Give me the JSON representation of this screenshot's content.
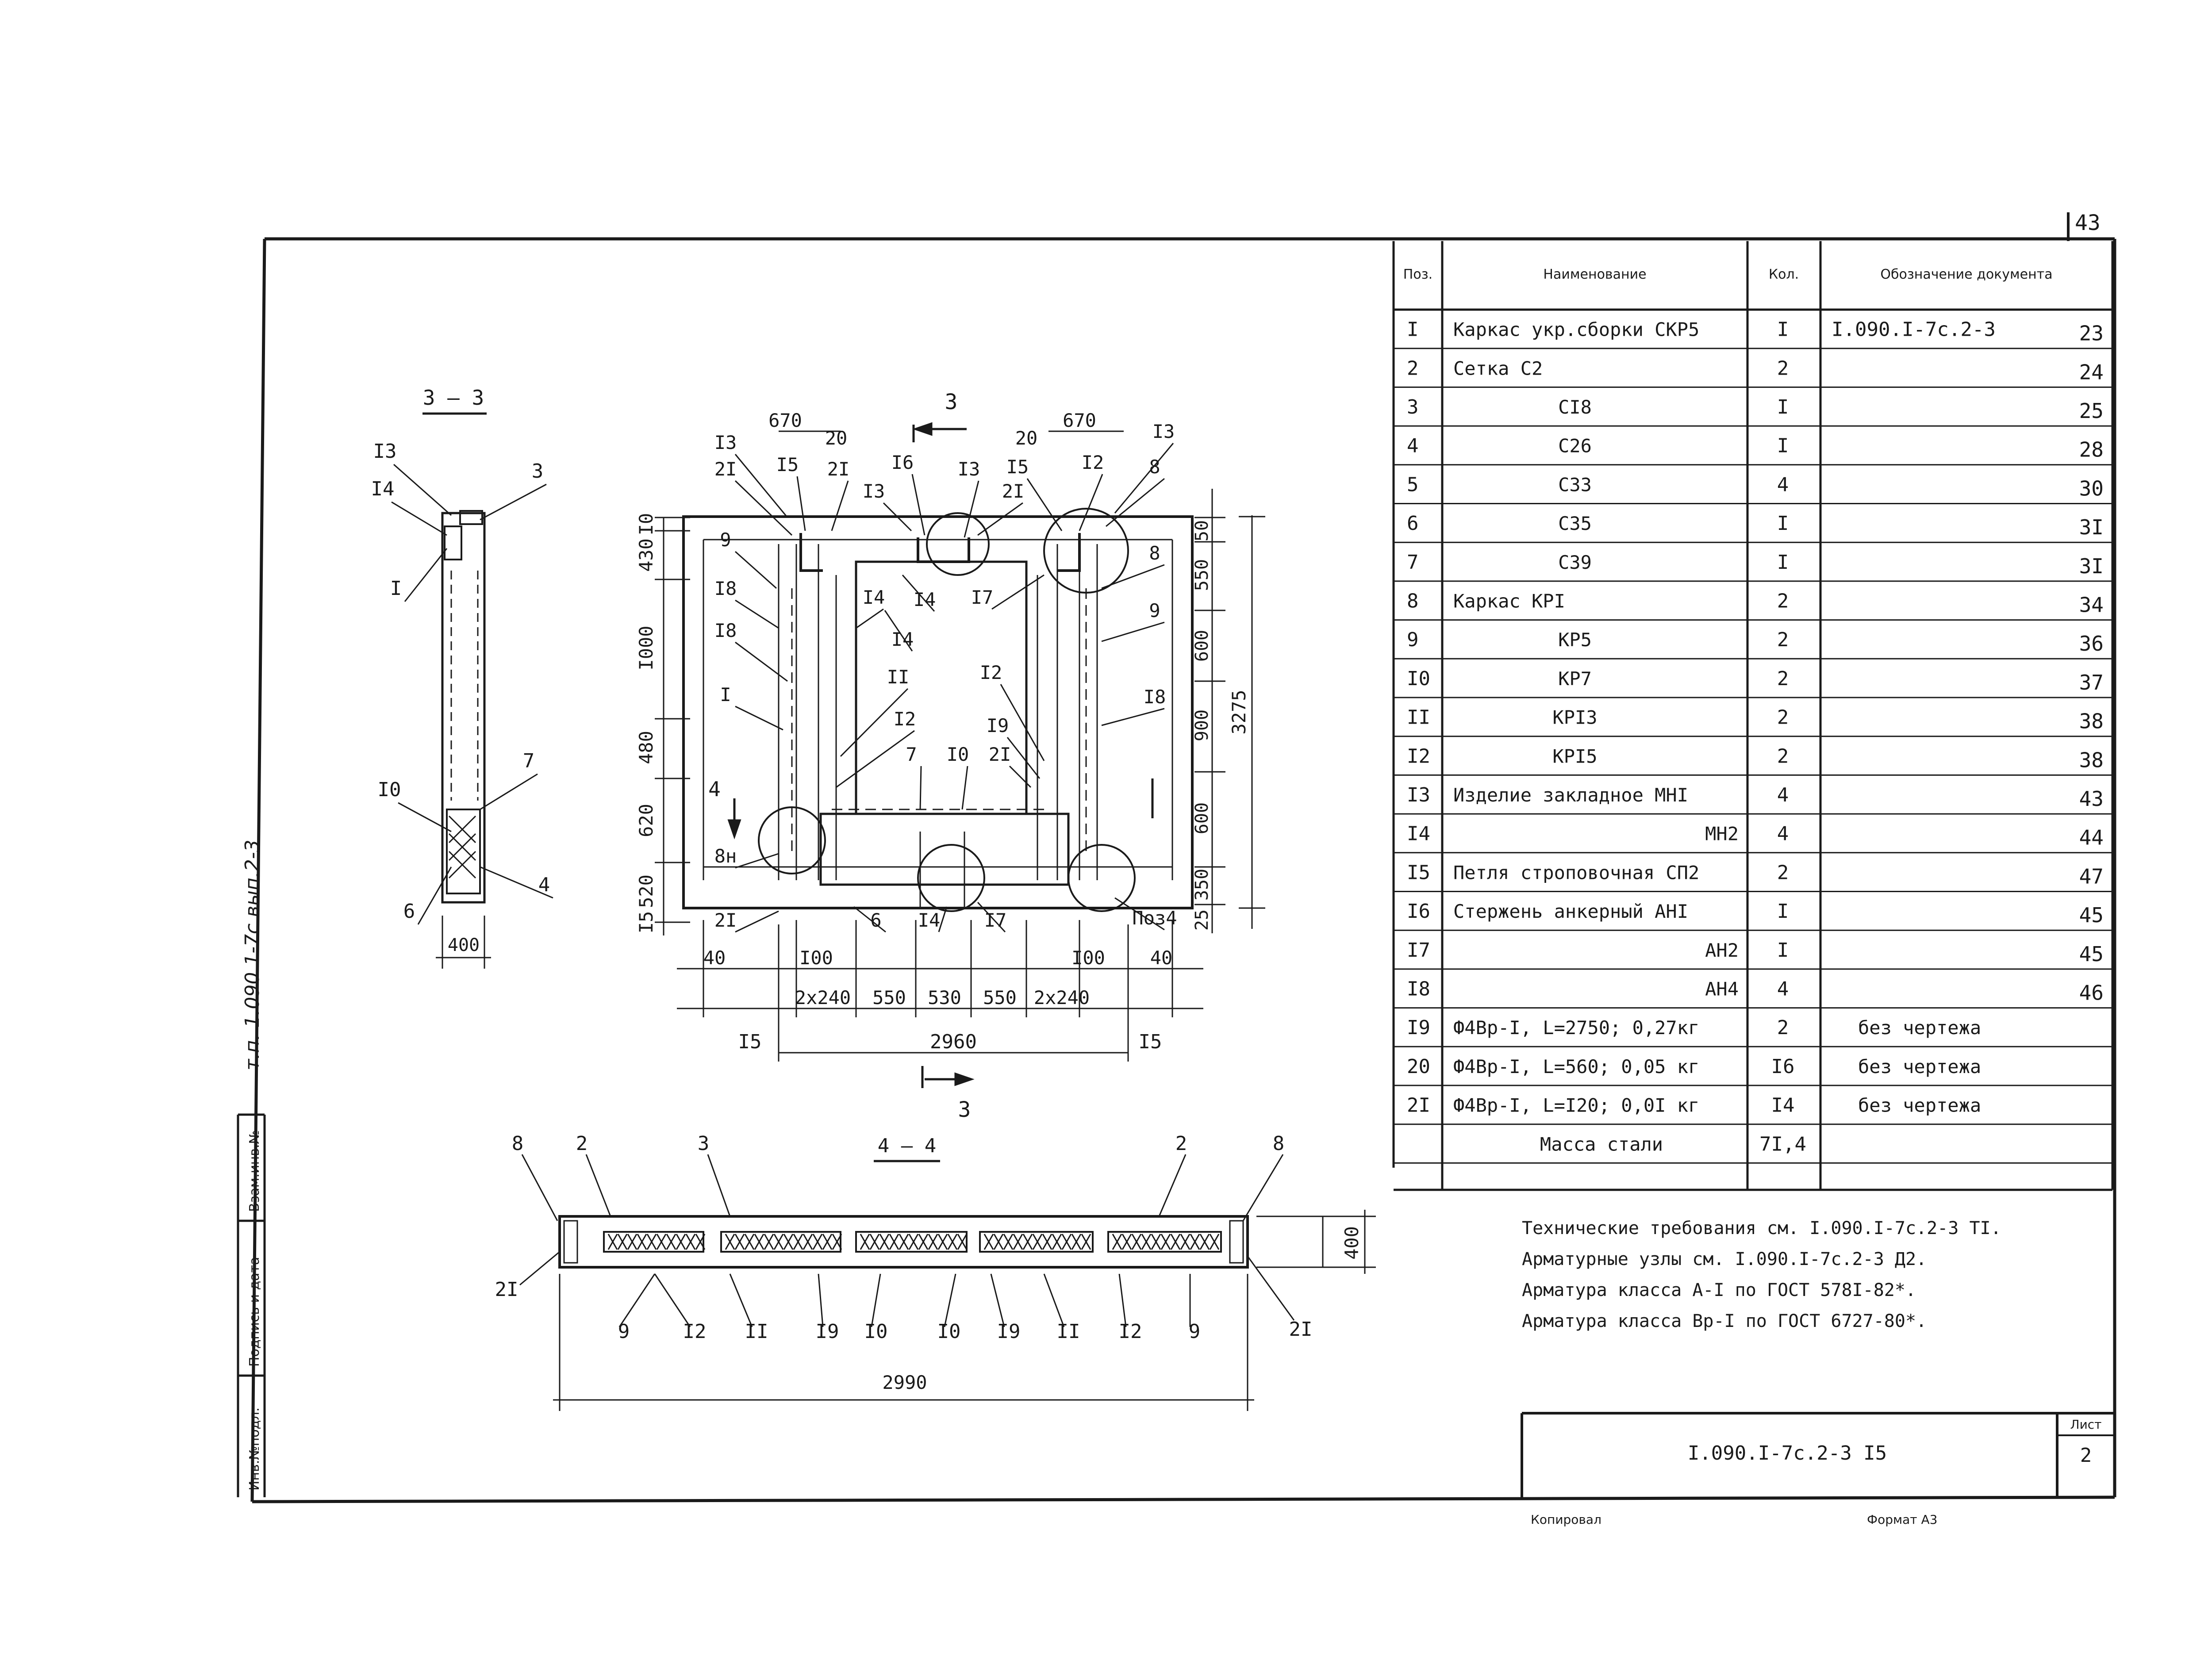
{
  "page_number": "43",
  "sheet": {
    "designation": "I.090.I-7c.2-3 I5",
    "list_label": "Лист",
    "list_number": "2",
    "copied_label": "Копировал",
    "format_label": "Формат A3"
  },
  "side_stamp": {
    "handwritten": "т.п. 1.090.1-7с вып.2-3",
    "cells": [
      "Взам.инв.№",
      "Подпись и дата",
      "Инв.№подл."
    ]
  },
  "spec_table": {
    "headers": {
      "pos": "Поз.",
      "name": "Наименование",
      "qty": "Кол.",
      "doc": "Обозначение документа"
    },
    "rows": [
      {
        "pos": "I",
        "name": "Каркас укр.сборки СКР5",
        "qty": "I",
        "doc_prefix": "I.090.I-7c.2-3",
        "doc_page": "23"
      },
      {
        "pos": "2",
        "name": "Сетка С2",
        "qty": "2",
        "doc_prefix": "",
        "doc_page": "24"
      },
      {
        "pos": "3",
        "name": "СI8",
        "qty": "I",
        "doc_prefix": "",
        "doc_page": "25"
      },
      {
        "pos": "4",
        "name": "С26",
        "qty": "I",
        "doc_prefix": "",
        "doc_page": "28"
      },
      {
        "pos": "5",
        "name": "С33",
        "qty": "4",
        "doc_prefix": "",
        "doc_page": "30"
      },
      {
        "pos": "6",
        "name": "С35",
        "qty": "I",
        "doc_prefix": "",
        "doc_page": "3I"
      },
      {
        "pos": "7",
        "name": "С39",
        "qty": "I",
        "doc_prefix": "",
        "doc_page": "3I"
      },
      {
        "pos": "8",
        "name": "Каркас КРI",
        "qty": "2",
        "doc_prefix": "",
        "doc_page": "34"
      },
      {
        "pos": "9",
        "name": "КР5",
        "qty": "2",
        "doc_prefix": "",
        "doc_page": "36"
      },
      {
        "pos": "I0",
        "name": "КР7",
        "qty": "2",
        "doc_prefix": "",
        "doc_page": "37"
      },
      {
        "pos": "II",
        "name": "КРI3",
        "qty": "2",
        "doc_prefix": "",
        "doc_page": "38"
      },
      {
        "pos": "I2",
        "name": "КРI5",
        "qty": "2",
        "doc_prefix": "",
        "doc_page": "38"
      },
      {
        "pos": "I3",
        "name": "Изделие закладное МНI",
        "qty": "4",
        "doc_prefix": "",
        "doc_page": "43"
      },
      {
        "pos": "I4",
        "name": "МН2",
        "qty": "4",
        "doc_prefix": "",
        "doc_page": "44"
      },
      {
        "pos": "I5",
        "name": "Петля строповочная СП2",
        "qty": "2",
        "doc_prefix": "",
        "doc_page": "47"
      },
      {
        "pos": "I6",
        "name": "Стержень анкерный АНI",
        "qty": "I",
        "doc_prefix": "",
        "doc_page": "45"
      },
      {
        "pos": "I7",
        "name": "АН2",
        "qty": "I",
        "doc_prefix": "",
        "doc_page": "45"
      },
      {
        "pos": "I8",
        "name": "АН4",
        "qty": "4",
        "doc_prefix": "",
        "doc_page": "46"
      },
      {
        "pos": "I9",
        "name": "Ф4Вр-I, L=2750; 0,27кг",
        "qty": "2",
        "doc_prefix": "",
        "doc_page": "без чертежа"
      },
      {
        "pos": "20",
        "name": "Ф4Вр-I, L=560; 0,05 кг",
        "qty": "I6",
        "doc_prefix": "",
        "doc_page": "без чертежа"
      },
      {
        "pos": "2I",
        "name": "Ф4Вр-I, L=I20; 0,0I кг",
        "qty": "I4",
        "doc_prefix": "",
        "doc_page": "без чертежа"
      },
      {
        "pos": "",
        "name": "Масса стали",
        "qty": "7I,4",
        "doc_prefix": "",
        "doc_page": ""
      }
    ]
  },
  "notes": [
    "Технические требования см. I.090.I-7c.2-3 ТI.",
    "Арматурные узлы см. I.090.I-7c.2-3 Д2.",
    "Арматура класса А-I по ГОСТ 578I-82*.",
    "Арматура класса Вр-I по ГОСТ 6727-80*."
  ],
  "drawing": {
    "section_33": {
      "title": "3 – 3",
      "width_dim": "400",
      "callouts": [
        "I3",
        "I4",
        "3",
        "I",
        "I0",
        "7",
        "6",
        "4"
      ]
    },
    "plan": {
      "section_mark_top": "3",
      "section_mark_bottom": "3",
      "section_mark_4": "4",
      "top_dims": [
        "670",
        "20",
        "20",
        "670"
      ],
      "left_dims": [
        "I0",
        "430",
        "I000",
        "480",
        "620",
        "520",
        "I5"
      ],
      "right_dims": [
        "50",
        "550",
        "600",
        "900",
        "600",
        "350",
        "25"
      ],
      "overall_height": "3275",
      "bottom_dims_1": [
        "40",
        "I00",
        "I00",
        "40"
      ],
      "bottom_dims_2": [
        "2x240",
        "550",
        "530",
        "550",
        "2x240"
      ],
      "overall_width": "2960",
      "edge_dims": [
        "I5",
        "I5"
      ],
      "callouts": [
        "I3",
        "2I",
        "I5",
        "2I",
        "I6",
        "I3",
        "I3",
        "2I",
        "I5",
        "I2",
        "I3",
        "8",
        "9",
        "I8",
        "I8",
        "I",
        "I4",
        "I4",
        "I4",
        "I7",
        "II",
        "I2",
        "I2",
        "I9",
        "2I",
        "7",
        "I0",
        "8",
        "9",
        "I8",
        "8н",
        "2I",
        "6",
        "I4",
        "I7",
        "Поз4"
      ]
    },
    "section_44": {
      "title": "4 – 4",
      "top_callouts": [
        "8",
        "2",
        "3",
        "2",
        "8"
      ],
      "bottom_callouts": [
        "9",
        "I2",
        "II",
        "I9",
        "I0",
        "I0",
        "I9",
        "II",
        "I2",
        "9"
      ],
      "left_callout": "2I",
      "right_callout": "2I",
      "length_dim": "2990",
      "height_dim": "400"
    }
  }
}
